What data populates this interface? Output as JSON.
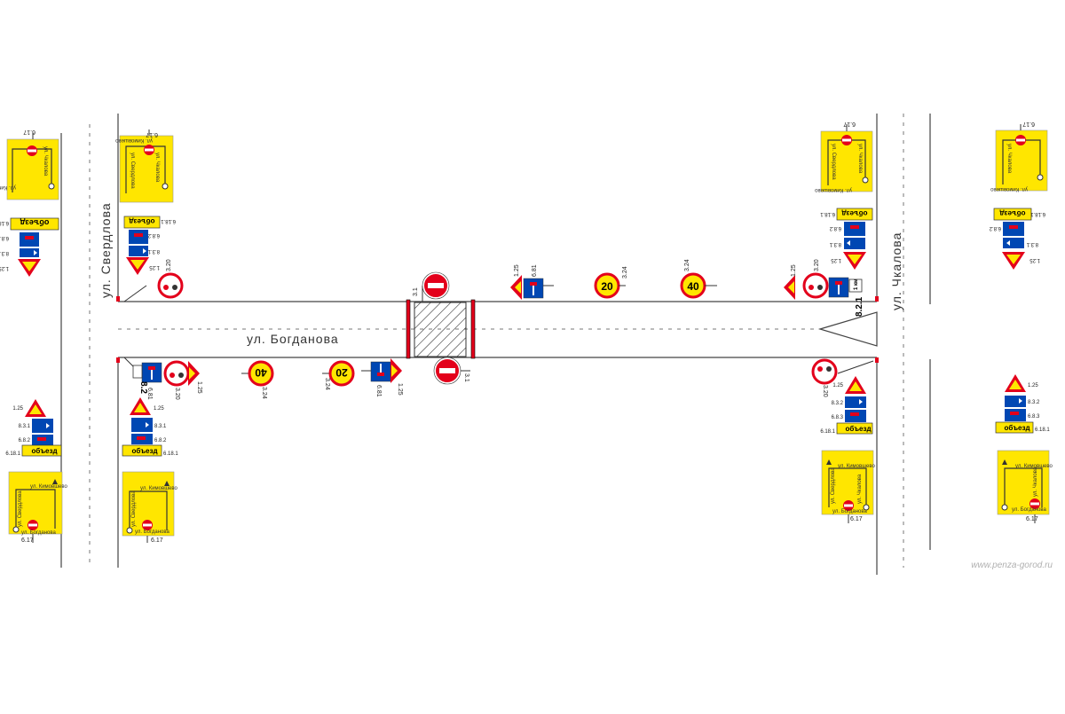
{
  "streets": {
    "main": "ул. Богданова",
    "left": "ул. Свердлова",
    "right": "ул. Чкалова",
    "map_kim": "ул. Кимовшево",
    "map_chk": "ул. Чкалова",
    "map_sve": "ул. Свердлова",
    "map_bog": "ул. Богданова"
  },
  "signs": {
    "speed_20": "20",
    "speed_40": "40",
    "detour": "объезд",
    "dist": "1 км",
    "codes": {
      "c125": "1.25",
      "c681": "6.81",
      "c324": "3.24",
      "c320": "3.20",
      "c31": "3.1",
      "c617": "6.17",
      "c6181": "6.18.1",
      "c682": "6.8.2",
      "c683": "6.8.3",
      "c831": "8.3.1",
      "c832": "8.3.2",
      "c821": "8.2.1",
      "c82": "8.2"
    }
  },
  "watermark": "www.penza-gorod.ru",
  "colors": {
    "sign_red": "#e3001b",
    "sign_yellow": "#ffe600",
    "sign_blue": "#0047b3",
    "road_line": "#444444"
  }
}
